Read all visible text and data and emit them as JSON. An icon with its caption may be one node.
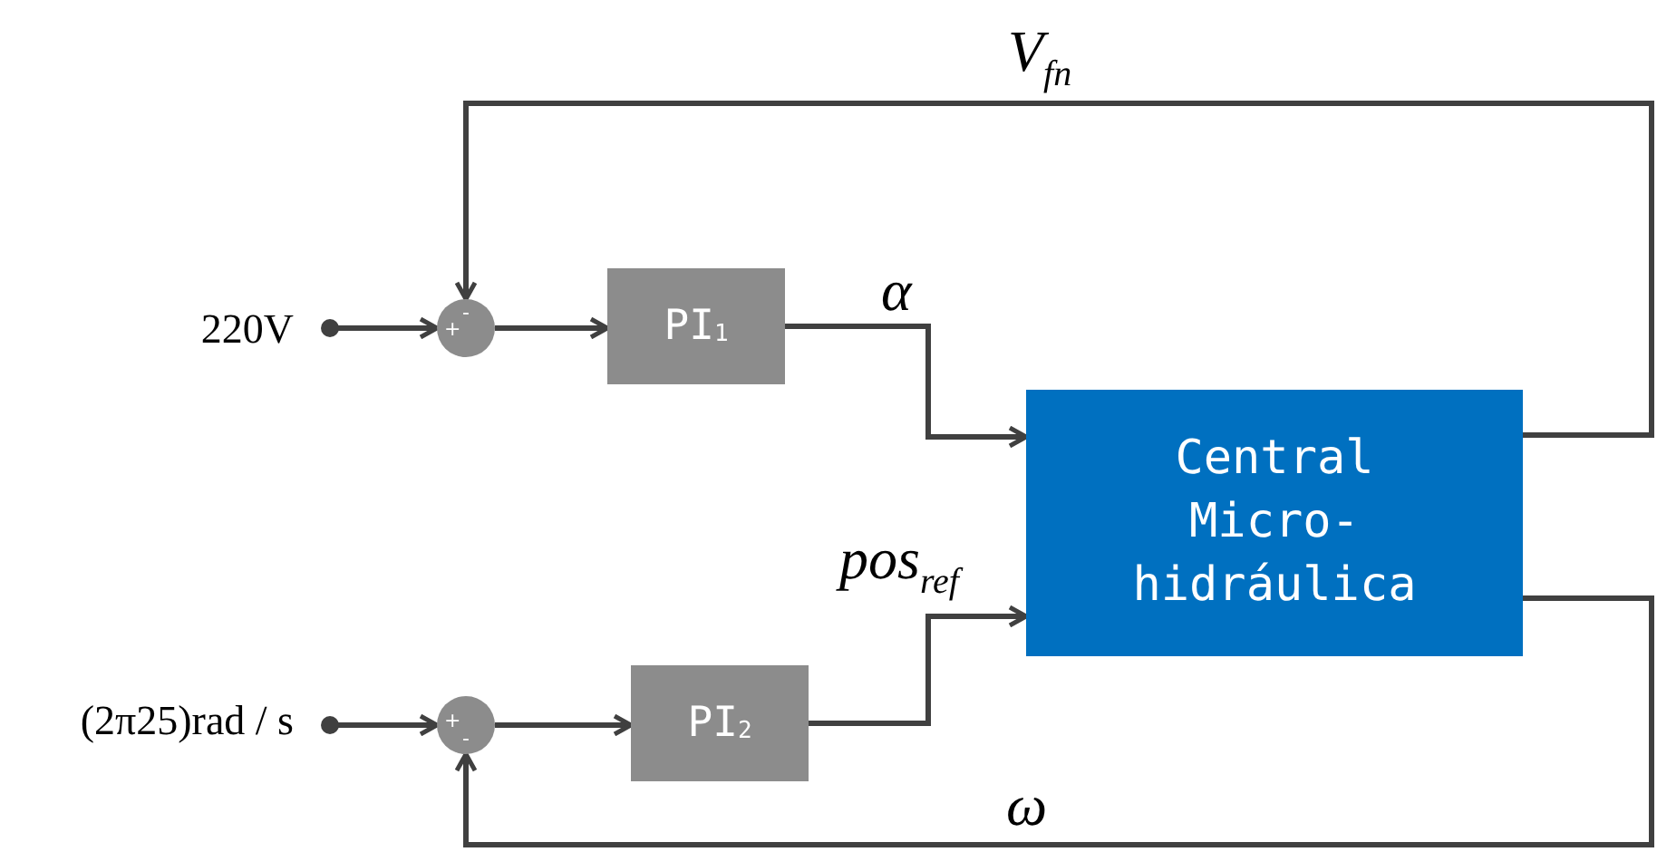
{
  "diagram": {
    "nodes": [
      {
        "text": [
          "220V"
        ]
      },
      {
        "text": [
          "+",
          "-"
        ]
      },
      {
        "text": [
          "PI$_{1}$"
        ]
      },
      {
        "text": [
          "(2π25)rad / s"
        ]
      },
      {
        "text": [
          "+",
          "-"
        ]
      },
      {
        "text": [
          "PI$_{2}$"
        ]
      },
      {
        "text": [
          "Central Micro-hidráulica"
        ]
      }
    ],
    "edges": [
      {
        "from": 0,
        "to": 1,
        "arrow": "to"
      },
      {
        "from": 1,
        "to": 2,
        "arrow": "to"
      },
      {
        "from": 2,
        "to": 6,
        "arrow": "to",
        "label": "α"
      },
      {
        "from": 3,
        "to": 4,
        "arrow": "to"
      },
      {
        "from": 4,
        "to": 5,
        "arrow": "to"
      },
      {
        "from": 5,
        "to": 6,
        "arrow": "to",
        "label": "pos$_{ref}$"
      },
      {
        "from": 6,
        "to": 1,
        "arrow": "to",
        "label": "V$_{fn}$"
      },
      {
        "from": 6,
        "to": 4,
        "arrow": "to",
        "label": "ω"
      }
    ]
  }
}
